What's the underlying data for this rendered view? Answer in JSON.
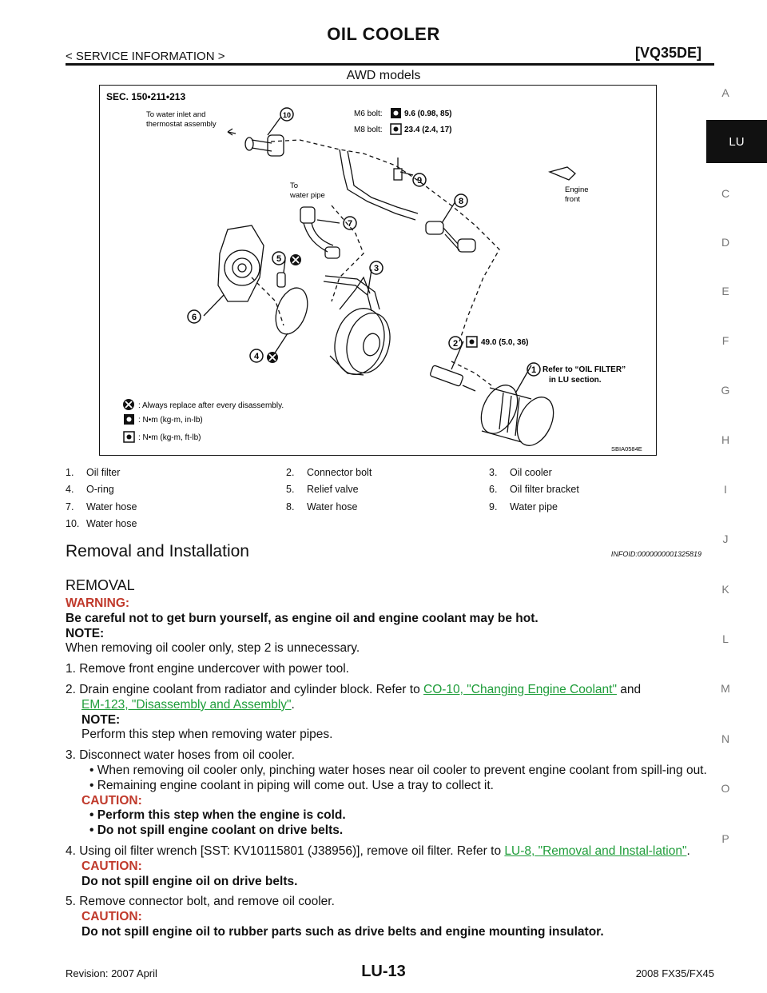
{
  "header": {
    "title": "OIL COOLER",
    "service_info": "< SERVICE INFORMATION >",
    "engine": "[VQ35DE]",
    "subtitle": "AWD models"
  },
  "side_index": {
    "letters": [
      "A",
      "C",
      "D",
      "E",
      "F",
      "G",
      "H",
      "I",
      "J",
      "K",
      "L",
      "M",
      "N",
      "O",
      "P"
    ],
    "active": "LU"
  },
  "figure": {
    "sec": "SEC. 150•211•213",
    "to_water_inlet": [
      "To water inlet and",
      "thermostat assembly"
    ],
    "to_water_pipe": [
      "To",
      "water pipe"
    ],
    "engine_front": [
      "Engine",
      "front"
    ],
    "m6_label": "M6 bolt:",
    "m6_value": "9.6 (0.98, 85)",
    "m8_label": "M8 bolt:",
    "m8_value": "23.4 (2.4, 17)",
    "torque_2": "49.0 (5.0, 36)",
    "refer_note": [
      "Refer to “OIL FILTER”",
      "in LU section."
    ],
    "key_replace": ": Always replace after every disassembly.",
    "key_inlb": ": N•m (kg-m, in-lb)",
    "key_ftlb": ": N•m (kg-m, ft-lb)",
    "code": "SBIA0584E",
    "callouts": [
      "1",
      "2",
      "3",
      "4",
      "5",
      "6",
      "7",
      "8",
      "9",
      "10"
    ]
  },
  "legend": [
    [
      "1.",
      "Oil filter"
    ],
    [
      "2.",
      "Connector bolt"
    ],
    [
      "3.",
      "Oil cooler"
    ],
    [
      "4.",
      "O-ring"
    ],
    [
      "5.",
      "Relief valve"
    ],
    [
      "6.",
      "Oil filter bracket"
    ],
    [
      "7.",
      "Water hose"
    ],
    [
      "8.",
      "Water hose"
    ],
    [
      "9.",
      "Water pipe"
    ],
    [
      "10.",
      "Water hose"
    ]
  ],
  "section": {
    "title": "Removal and Installation",
    "infoid": "INFOID:0000000001325819",
    "sub": "REMOVAL"
  },
  "body": {
    "warning_label": "WARNING:",
    "warning_text": "Be careful not to get burn yourself, as engine oil and engine coolant may be hot.",
    "note1_label": "NOTE:",
    "note1_text": "When removing oil cooler only, step 2 is unnecessary.",
    "s1": "1. Remove front engine undercover with power tool.",
    "s2_pre": "2. Drain engine coolant from radiator and cylinder block. Refer to ",
    "s2_link1": "CO-10, \"Changing Engine Coolant\"",
    "s2_mid": " and",
    "s2_link2": "EM-123, \"Disassembly and Assembly\"",
    "s2_end": ".",
    "note2_label": "NOTE:",
    "note2_text": "Perform this step when removing water pipes.",
    "s3": "3. Disconnect water hoses from oil cooler.",
    "s3_b1": "• When removing oil cooler only, pinching water hoses near oil cooler to prevent engine coolant from spill-ing out.",
    "s3_b2": "• Remaining engine coolant in piping will come out. Use a tray to collect it.",
    "caution_label": "CAUTION:",
    "s3_c1": "• Perform this step when the engine is cold.",
    "s3_c2": "• Do not spill engine coolant on drive belts.",
    "s4_pre": "4. Using oil filter wrench [SST: KV10115801 (J38956)], remove oil filter. Refer to ",
    "s4_link": "LU-8, \"Removal and Instal-lation\"",
    "s4_end": ".",
    "s4_caution": "Do not spill engine oil on drive belts.",
    "s5": "5. Remove connector bolt, and remove oil cooler.",
    "s5_caution": "Do not spill engine oil to rubber parts such as drive belts and engine mounting insulator."
  },
  "footer": {
    "revision": "Revision: 2007 April",
    "page": "LU-13",
    "model": "2008 FX35/FX45"
  }
}
